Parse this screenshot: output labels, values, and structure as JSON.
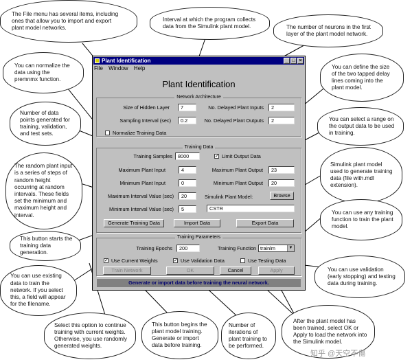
{
  "window": {
    "title": "Plant Identification",
    "menu": [
      "File",
      "Window",
      "Help"
    ],
    "heading": "Plant Identification"
  },
  "network_architecture": {
    "label": "Network Architecture",
    "hidden_layer_label": "Size of Hidden Layer",
    "hidden_layer_value": "7",
    "sampling_label": "Sampling Interval (sec)",
    "sampling_value": "0.2",
    "normalize_label": "Normalize Training Data",
    "normalize_checked": false,
    "delayed_inputs_label": "No. Delayed Plant Inputs",
    "delayed_inputs_value": "2",
    "delayed_outputs_label": "No. Delayed Plant Outputs",
    "delayed_outputs_value": "2"
  },
  "training_data": {
    "label": "Training Data",
    "samples_label": "Training Samples",
    "samples_value": "8000",
    "limit_output_label": "Limit Output Data",
    "limit_output_checked": true,
    "max_input_label": "Maximum Plant Input",
    "max_input_value": "4",
    "max_output_label": "Maximum Plant Output",
    "max_output_value": "23",
    "min_input_label": "Minimum Plant Input",
    "min_input_value": "0",
    "min_output_label": "Minimum Plant Output",
    "min_output_value": "20",
    "max_interval_label": "Maximum Interval Value (sec)",
    "max_interval_value": "20",
    "min_interval_label": "Minimum Interval Value (sec)",
    "min_interval_value": "5",
    "simulink_label": "Simulink Plant Model:",
    "browse_label": "Browse",
    "simulink_value": "CSTR",
    "generate_label": "Generate Training Data",
    "import_label": "Import Data",
    "export_label": "Export Data"
  },
  "training_parameters": {
    "label": "Training Parameters",
    "epochs_label": "Training Epochs",
    "epochs_value": "200",
    "function_label": "Training Function",
    "function_value": "trainlm",
    "use_current_label": "Use Current Weights",
    "use_current_checked": true,
    "use_validation_label": "Use Validation Data",
    "use_validation_checked": true,
    "use_testing_label": "Use Testing Data",
    "use_testing_checked": false,
    "train_label": "Train Network",
    "ok_label": "OK",
    "cancel_label": "Cancel",
    "apply_label": "Apply"
  },
  "status_text": "Generate or import data before training the neural network.",
  "callouts": {
    "file_menu": "The File menu has several items, including ones that allow you to import and export plant model networks.",
    "interval": "Interval at which the program collects data from the Simulink plant model.",
    "neurons": "The number of neurons in the first layer of the plant model network.",
    "normalize": "You can normalize the data using the premnmx function.",
    "delay": "You can define the size of the two tapped delay lines coming into the plant model.",
    "data_points": "Number of data points generated for training, validation, and test sets.",
    "select_range": "You can select a range on the output data to be used in training.",
    "random_input": "The random plant input is a series of steps of random height occurring at random intervals. These fields set the minimum and maximum height and interval.",
    "simulink_model": "Simulink plant model used to generate training data (file with.mdl extension).",
    "start_generation": "This button starts the training data generation.",
    "training_function": "You can use any training function to train the plant model.",
    "existing_data": "You can use existing data to train the network. If you select this, a field will appear for the filename.",
    "validation": "You can use validation (early stopping) and testing data during training.",
    "continue_training": "Select this option to continue training with current weights. Otherwise, you use randomly generated weights.",
    "begin_training": "This button begins the plant model training. Generate or import data before training.",
    "iterations": "Number of iterations of plant training to be performed.",
    "ok_apply": "After the plant model has been trained, select OK or Apply to load the network into the Simulink model."
  },
  "watermark": "知乎 @天空不傷"
}
